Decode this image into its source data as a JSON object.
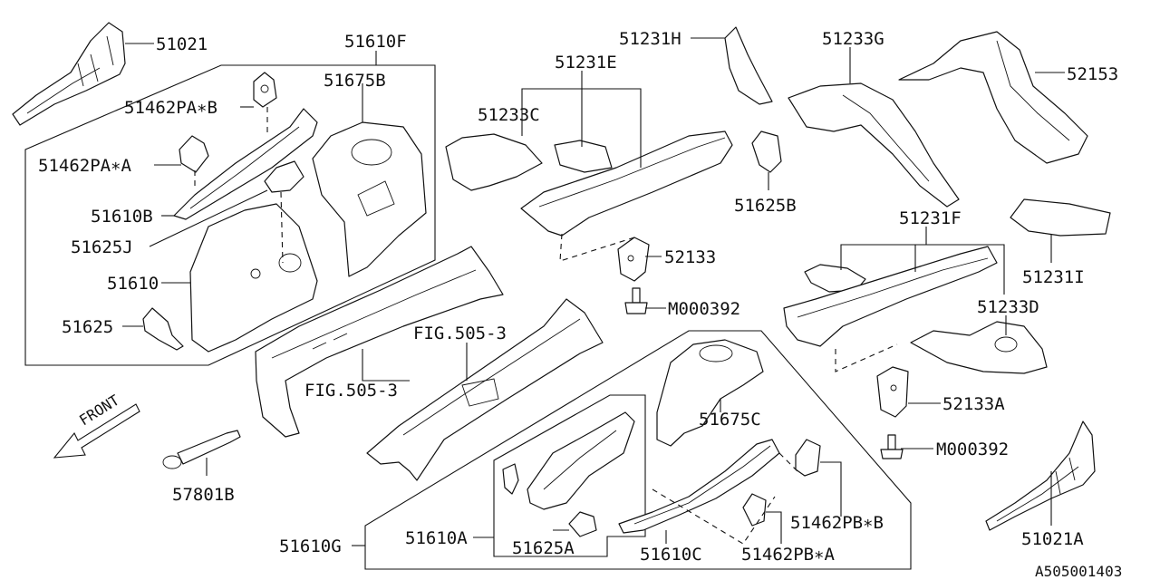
{
  "labels": {
    "p51021": "51021",
    "p51610F": "51610F",
    "p51675B": "51675B",
    "p51462PA_B": "51462PA∗B",
    "p51462PA_A": "51462PA∗A",
    "p51610B": "51610B",
    "p51625J": "51625J",
    "p51610": "51610",
    "p51625": "51625",
    "fig505a": "FIG.505-3",
    "fig505b": "FIG.505-3",
    "p51231H": "51231H",
    "p51231E": "51231E",
    "p51233C": "51233C",
    "p52133": "52133",
    "m000392a": "M000392",
    "p51625B": "51625B",
    "p51233G": "51233G",
    "p52153": "52153",
    "p51231F": "51231F",
    "p51231I": "51231I",
    "p51233D": "51233D",
    "p52133A": "52133A",
    "m000392b": "M000392",
    "p51021A": "51021A",
    "p51675C": "51675C",
    "p57801B": "57801B",
    "p51610G": "51610G",
    "p51610A": "51610A",
    "p51625A": "51625A",
    "p51610C": "51610C",
    "p51462PB_B": "51462PB∗B",
    "p51462PB_A": "51462PB∗A",
    "front": "FRONT",
    "diagram_id": "A505001403"
  }
}
